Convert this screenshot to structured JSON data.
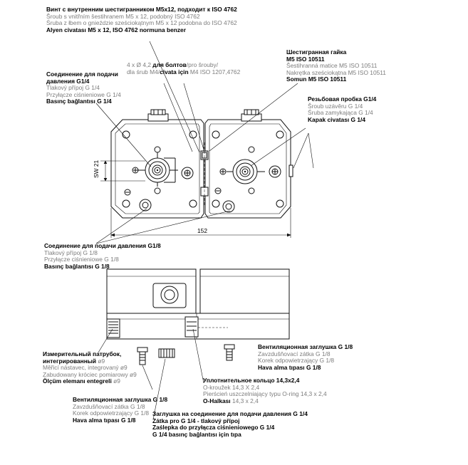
{
  "top_screw": {
    "l1": "Винт с внутренним шестигранником M5x12, подходит к ISO 4762",
    "l2": "Šroub s vnitřním šestihranem M5 x 12, podobný ISO 4762",
    "l3": "Śruba z łbem o gnieździe sześciokątnym M5 x 12 podobna do ISO 4762",
    "l4": "Alyen civatası M5 x 12, ISO 4762 normuna benzer"
  },
  "bolts": {
    "l1a": "4 x Ø 4,2",
    "l1b": " для болтов",
    "l1c": "/pro šrouby/",
    "l2a": "dla śrub M4/",
    "l2b": "civata için",
    "l2c": " M4   ISO 1207,4762"
  },
  "hex_nut": {
    "l1": "Шестигранная гайка",
    "l2": "M5 ISO 10511",
    "l3": "Šestihranná matice M5 ISO 10511",
    "l4": "Nakrętka sześciokątna M5 ISO 10511",
    "l5": "Somun M5 ISO 10511"
  },
  "pressure_g14": {
    "l1": "Соединение для подачи",
    "l2": "давления G1/4",
    "l3": "Tlakový přípoj G 1/4",
    "l4": "Przyłącze ciśnieniowe G 1/4",
    "l5": "Basınç bağlantısı G 1/4"
  },
  "plug_g14": {
    "l1": "Резьбовая пробка G1/4",
    "l2": "Šroub uzávěru G 1/4",
    "l3": "Śruba zamykająca G 1/4",
    "l4": "Kapak civatası G 1/4"
  },
  "dims": {
    "sw": "SW 21",
    "width": "152"
  },
  "pressure_g18": {
    "l1": "Соединение для подачи давления G1/8",
    "l2": "Tlakový přípoj G 1/8",
    "l3": "Przyłącze ciśnieniowe G 1/8",
    "l4": "Basınç bağlantısı G 1/8"
  },
  "measure_port": {
    "l1": "Измерительный патрубок,",
    "l2": "интегрированный",
    "l2b": " ø9",
    "l3": "Měřicí nástavec, integrovaný ø9",
    "l4": "Zabudowany króciec pomiarowy ø9",
    "l5": "Ölçüm elemanı entegreli",
    "l5b": " ø9"
  },
  "vent_right": {
    "l1": "Вентиляционная заглушка G 1/8",
    "l2": "Zavzdušňovací zátka G 1/8",
    "l3": "Korek odpowietrzający G 1/8",
    "l4": "Hava alma tıpası G 1/8"
  },
  "oring": {
    "l1": "Уплотнительное кольцо 14,3x2,4",
    "l2": "O-kroužek 14,3 X 2,4",
    "l3": "Pierścień uszczelniający typu O-ring 14,3 x 2,4",
    "l4a": "O-Halkası",
    "l4b": " 14,3 x 2,4"
  },
  "vent_left": {
    "l1": "Вентиляционная заглушка G 1/8",
    "l2": "Zavzdušňovací zátka G 1/8",
    "l3": "Korek odpowietrzający G 1/8",
    "l4": "Hava alma tıpası G 1/8"
  },
  "blank_plug": {
    "l1": "Заглушка на соединение для подачи давления G 1/4",
    "l2": "Zátka pro G 1/4 - tlakový přípoj",
    "l3": "Zaślepka do przyłącza ciśnieniowego G 1/4",
    "l4": "G 1/4 basınç bağlantısı için tıpa"
  }
}
